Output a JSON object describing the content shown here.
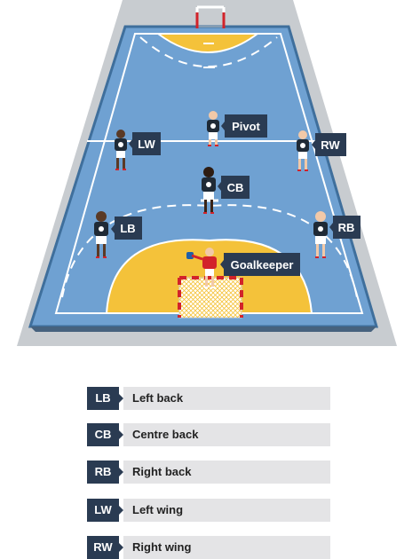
{
  "players": [
    {
      "label": "Pivot",
      "name": "pivot"
    },
    {
      "label": "LW",
      "name": "lw"
    },
    {
      "label": "RW",
      "name": "rw"
    },
    {
      "label": "CB",
      "name": "cb"
    },
    {
      "label": "LB",
      "name": "lb"
    },
    {
      "label": "RB",
      "name": "rb"
    },
    {
      "label": "Goalkeeper",
      "name": "goalkeeper"
    }
  ],
  "legend": [
    {
      "abbr": "LB",
      "text": "Left back"
    },
    {
      "abbr": "CB",
      "text": "Centre back"
    },
    {
      "abbr": "RB",
      "text": "Right back"
    },
    {
      "abbr": "LW",
      "text": "Left wing"
    },
    {
      "abbr": "RW",
      "text": "Right wing"
    }
  ],
  "colors": {
    "surround": "#c8ccd0",
    "court": "#6fa1d2",
    "court_edge": "#3f6f9c",
    "area": "#f4c23a",
    "label_bg": "#2a3b52",
    "goal_post": "#d2232a"
  }
}
